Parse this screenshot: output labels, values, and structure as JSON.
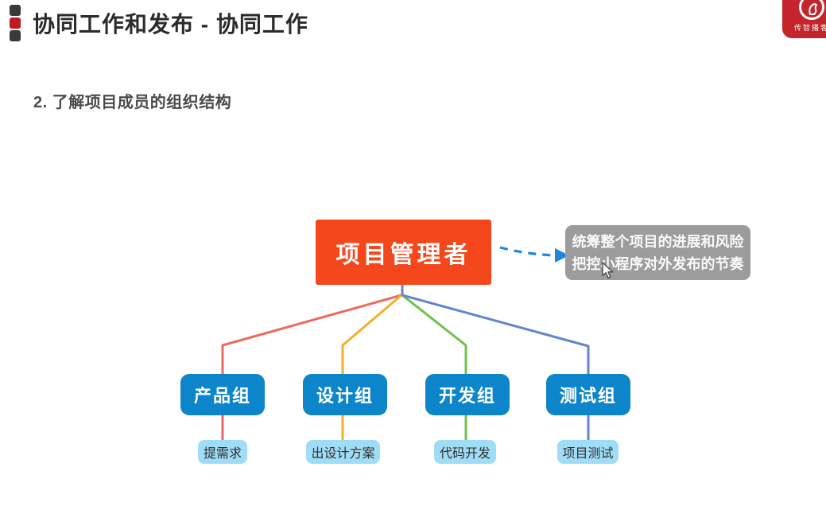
{
  "header": {
    "title": "协同工作和发布 - 协同工作",
    "bullet_colors": [
      "#3A3A3C",
      "#C0191F",
      "#3A3A3C"
    ]
  },
  "logo": {
    "brand": "传智播客",
    "bg": "#C4242B"
  },
  "section": {
    "subtitle": "2. 了解项目成员的组织结构"
  },
  "diagram": {
    "root": {
      "label": "项目管理者",
      "bg": "#F4481C"
    },
    "note": {
      "line1": "统筹整个项目的进展和风险",
      "line2": "把控小程序对外发布的节奏",
      "bg": "#9C9C9C"
    },
    "arrow_color": "#1E87DA",
    "group_bg": "#0C85CA",
    "task_bg": "#9FDDF6",
    "groups": [
      {
        "label": "产品组",
        "task": "提需求",
        "line_color": "#ED6A5E"
      },
      {
        "label": "设计组",
        "task": "出设计方案",
        "line_color": "#F2B02C"
      },
      {
        "label": "开发组",
        "task": "代码开发",
        "line_color": "#6FC04D"
      },
      {
        "label": "测试组",
        "task": "项目测试",
        "line_color": "#6286CC"
      }
    ]
  }
}
